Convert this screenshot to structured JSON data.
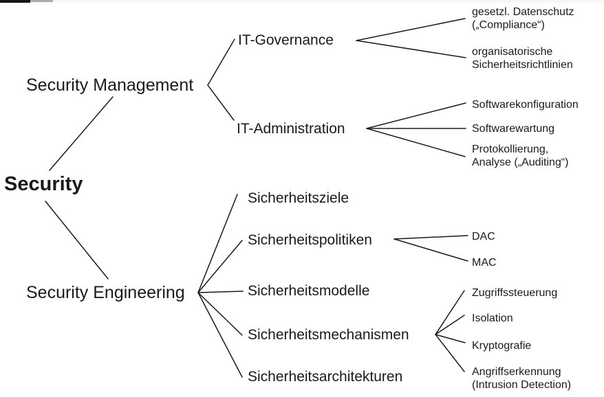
{
  "diagram": {
    "type": "tree",
    "orientation": "left-to-right",
    "colors": {
      "background": "#ffffff",
      "line": "#1a1a1a",
      "text": "#1a1a1a"
    },
    "root": {
      "label": "Security"
    },
    "branches": [
      {
        "label": "Security Management",
        "children": [
          {
            "label": "IT-Governance",
            "children": [
              {
                "label": "gesetzl. Datenschutz\n(„Compliance“)"
              },
              {
                "label": "organisatorische\nSicherheitsrichtlinien"
              }
            ]
          },
          {
            "label": "IT-Administration",
            "children": [
              {
                "label": "Softwarekonfiguration"
              },
              {
                "label": "Softwarewartung"
              },
              {
                "label": "Protokollierung,\nAnalyse („Auditing“)"
              }
            ]
          }
        ]
      },
      {
        "label": "Security Engineering",
        "children": [
          {
            "label": "Sicherheitsziele",
            "children": []
          },
          {
            "label": "Sicherheitspolitiken",
            "children": [
              {
                "label": "DAC"
              },
              {
                "label": "MAC"
              }
            ]
          },
          {
            "label": "Sicherheitsmodelle",
            "children": []
          },
          {
            "label": "Sicherheitsmechanismen",
            "children": [
              {
                "label": "Zugriffssteuerung"
              },
              {
                "label": "Isolation"
              },
              {
                "label": "Kryptografie"
              },
              {
                "label": "Angriffserkennung\n(Intrusion Detection)"
              }
            ]
          },
          {
            "label": "Sicherheitsarchitekturen",
            "children": []
          }
        ]
      }
    ]
  }
}
